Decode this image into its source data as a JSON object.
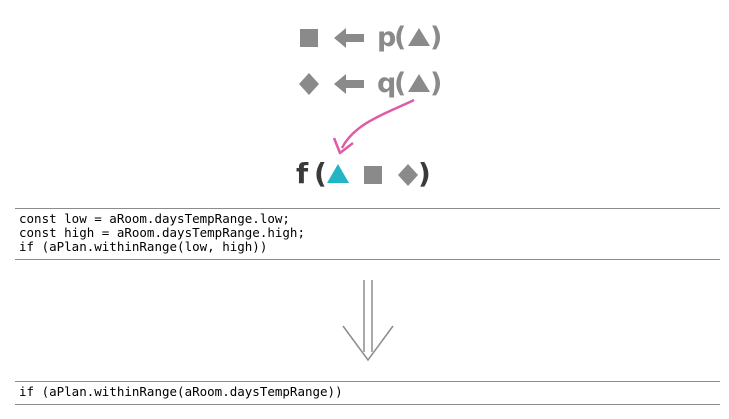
{
  "diagram": {
    "line1": {
      "func": "p"
    },
    "line2": {
      "func": "q"
    },
    "line3": {
      "func": "f"
    },
    "colors": {
      "gray": "#8a8a8a",
      "dark": "#3a3a3a",
      "teal": "#23b5c3",
      "arrow_pink": "#e05aa8",
      "arrow_gray": "#8c8c8c"
    },
    "icons": [
      "square-icon",
      "left-arrow-icon",
      "triangle-icon",
      "diamond-icon",
      "curved-arrow-icon",
      "double-down-arrow-icon"
    ]
  },
  "code_before": {
    "lines": [
      "const low = aRoom.daysTempRange.low;",
      "const high = aRoom.daysTempRange.high;",
      "if (aPlan.withinRange(low, high))"
    ]
  },
  "code_after": {
    "lines": [
      "if (aPlan.withinRange(aRoom.daysTempRange))"
    ]
  }
}
